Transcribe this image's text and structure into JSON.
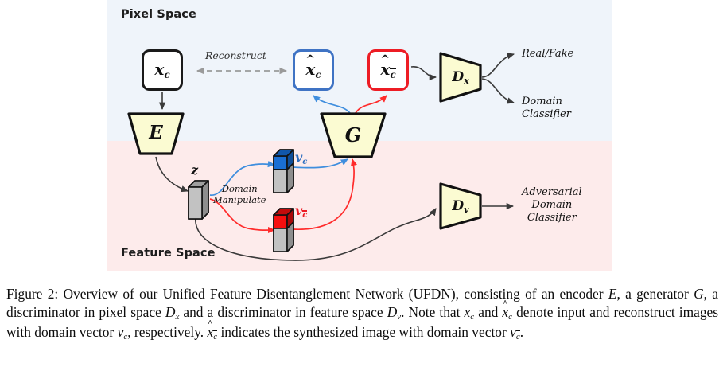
{
  "figure": {
    "regions": [
      {
        "key": "pixel_space",
        "label": "Pixel Space",
        "bg": "#eff4fa"
      },
      {
        "key": "feature_space",
        "label": "Feature Space",
        "bg": "#fdebeb"
      }
    ],
    "boxes": [
      {
        "key": "xc",
        "base": "x",
        "hat": false,
        "sub": "c",
        "sub_bar": false,
        "border_color": "#1a1a1a"
      },
      {
        "key": "xhat_c",
        "base": "x",
        "hat": true,
        "sub": "c",
        "sub_bar": false,
        "border_color": "#3f73c4"
      },
      {
        "key": "xhat_cbar",
        "base": "x",
        "hat": true,
        "sub": "c",
        "sub_bar": true,
        "border_color": "#ed1c24"
      }
    ],
    "modules": [
      {
        "key": "E",
        "label": "E",
        "sub": "",
        "fill": "#fbfbd2",
        "stroke": "#111111"
      },
      {
        "key": "G",
        "label": "G",
        "sub": "",
        "fill": "#fbfbd2",
        "stroke": "#111111"
      },
      {
        "key": "Dx",
        "label": "D",
        "sub": "x",
        "fill": "#fbfbd2",
        "stroke": "#111111"
      },
      {
        "key": "Dv",
        "label": "D",
        "sub": "v",
        "fill": "#fbfbd2",
        "stroke": "#111111"
      }
    ],
    "vectors": [
      {
        "key": "z",
        "label": "z",
        "sub": "",
        "sub_bar": false,
        "top_color": "#9a9a9a",
        "body_color": "#b6b6b6",
        "label_color": "#111111"
      },
      {
        "key": "vc",
        "label": "v",
        "sub": "c",
        "sub_bar": false,
        "top_color": "#1a6fd4",
        "body_color": "#b6b6b6",
        "label_color": "#2f6fc0"
      },
      {
        "key": "vcbar",
        "label": "v",
        "sub": "c",
        "sub_bar": true,
        "top_color": "#f50f0f",
        "body_color": "#b6b6b6",
        "label_color": "#ed1c24"
      }
    ],
    "annotations": {
      "reconstruct": "Reconstruct",
      "domain_manipulate_line1": "Domain",
      "domain_manipulate_line2": "Manipulate",
      "real_fake": "Real/Fake",
      "domain_line1": "Domain",
      "domain_line2": "Classifier",
      "adversarial_line1": "Adversarial",
      "adversarial_line2": "Domain",
      "adversarial_line3": "Classifier"
    },
    "edge_colors": {
      "black": "#3a3a3a",
      "blue": "#3f8ede",
      "red": "#ff2b2b",
      "dashed_gray": "#9a9a9a"
    }
  },
  "caption": {
    "label": "Figure 2:",
    "p1": " Overview of our Unified Feature Disentanglement Network (UFDN), consisting of an encoder ",
    "m_E": "E",
    "p2": ", a generator ",
    "m_G": "G",
    "p3": ", a discriminator in pixel space ",
    "m_Dx_base": "D",
    "m_Dx_sub": "x",
    "p4": " and a discriminator in feature space ",
    "m_Dv_base": "D",
    "m_Dv_sub": "v",
    "p5": ". Note that ",
    "m_xc_base": "x",
    "m_xc_sub": "c",
    "p6": " and ",
    "m_xhatc_base": "x",
    "m_xhatc_sub": "c",
    "p7": " denote input and reconstruct images with domain vector ",
    "m_vc_base": "v",
    "m_vc_sub": "c",
    "p8": ", respectively. ",
    "m_xhatcbar_base": "x",
    "m_xhatcbar_sub": "c",
    "p9": " indicates the synthesized image with domain vector ",
    "m_vcbar_base": "v",
    "m_vcbar_sub": "c",
    "p10": "."
  }
}
